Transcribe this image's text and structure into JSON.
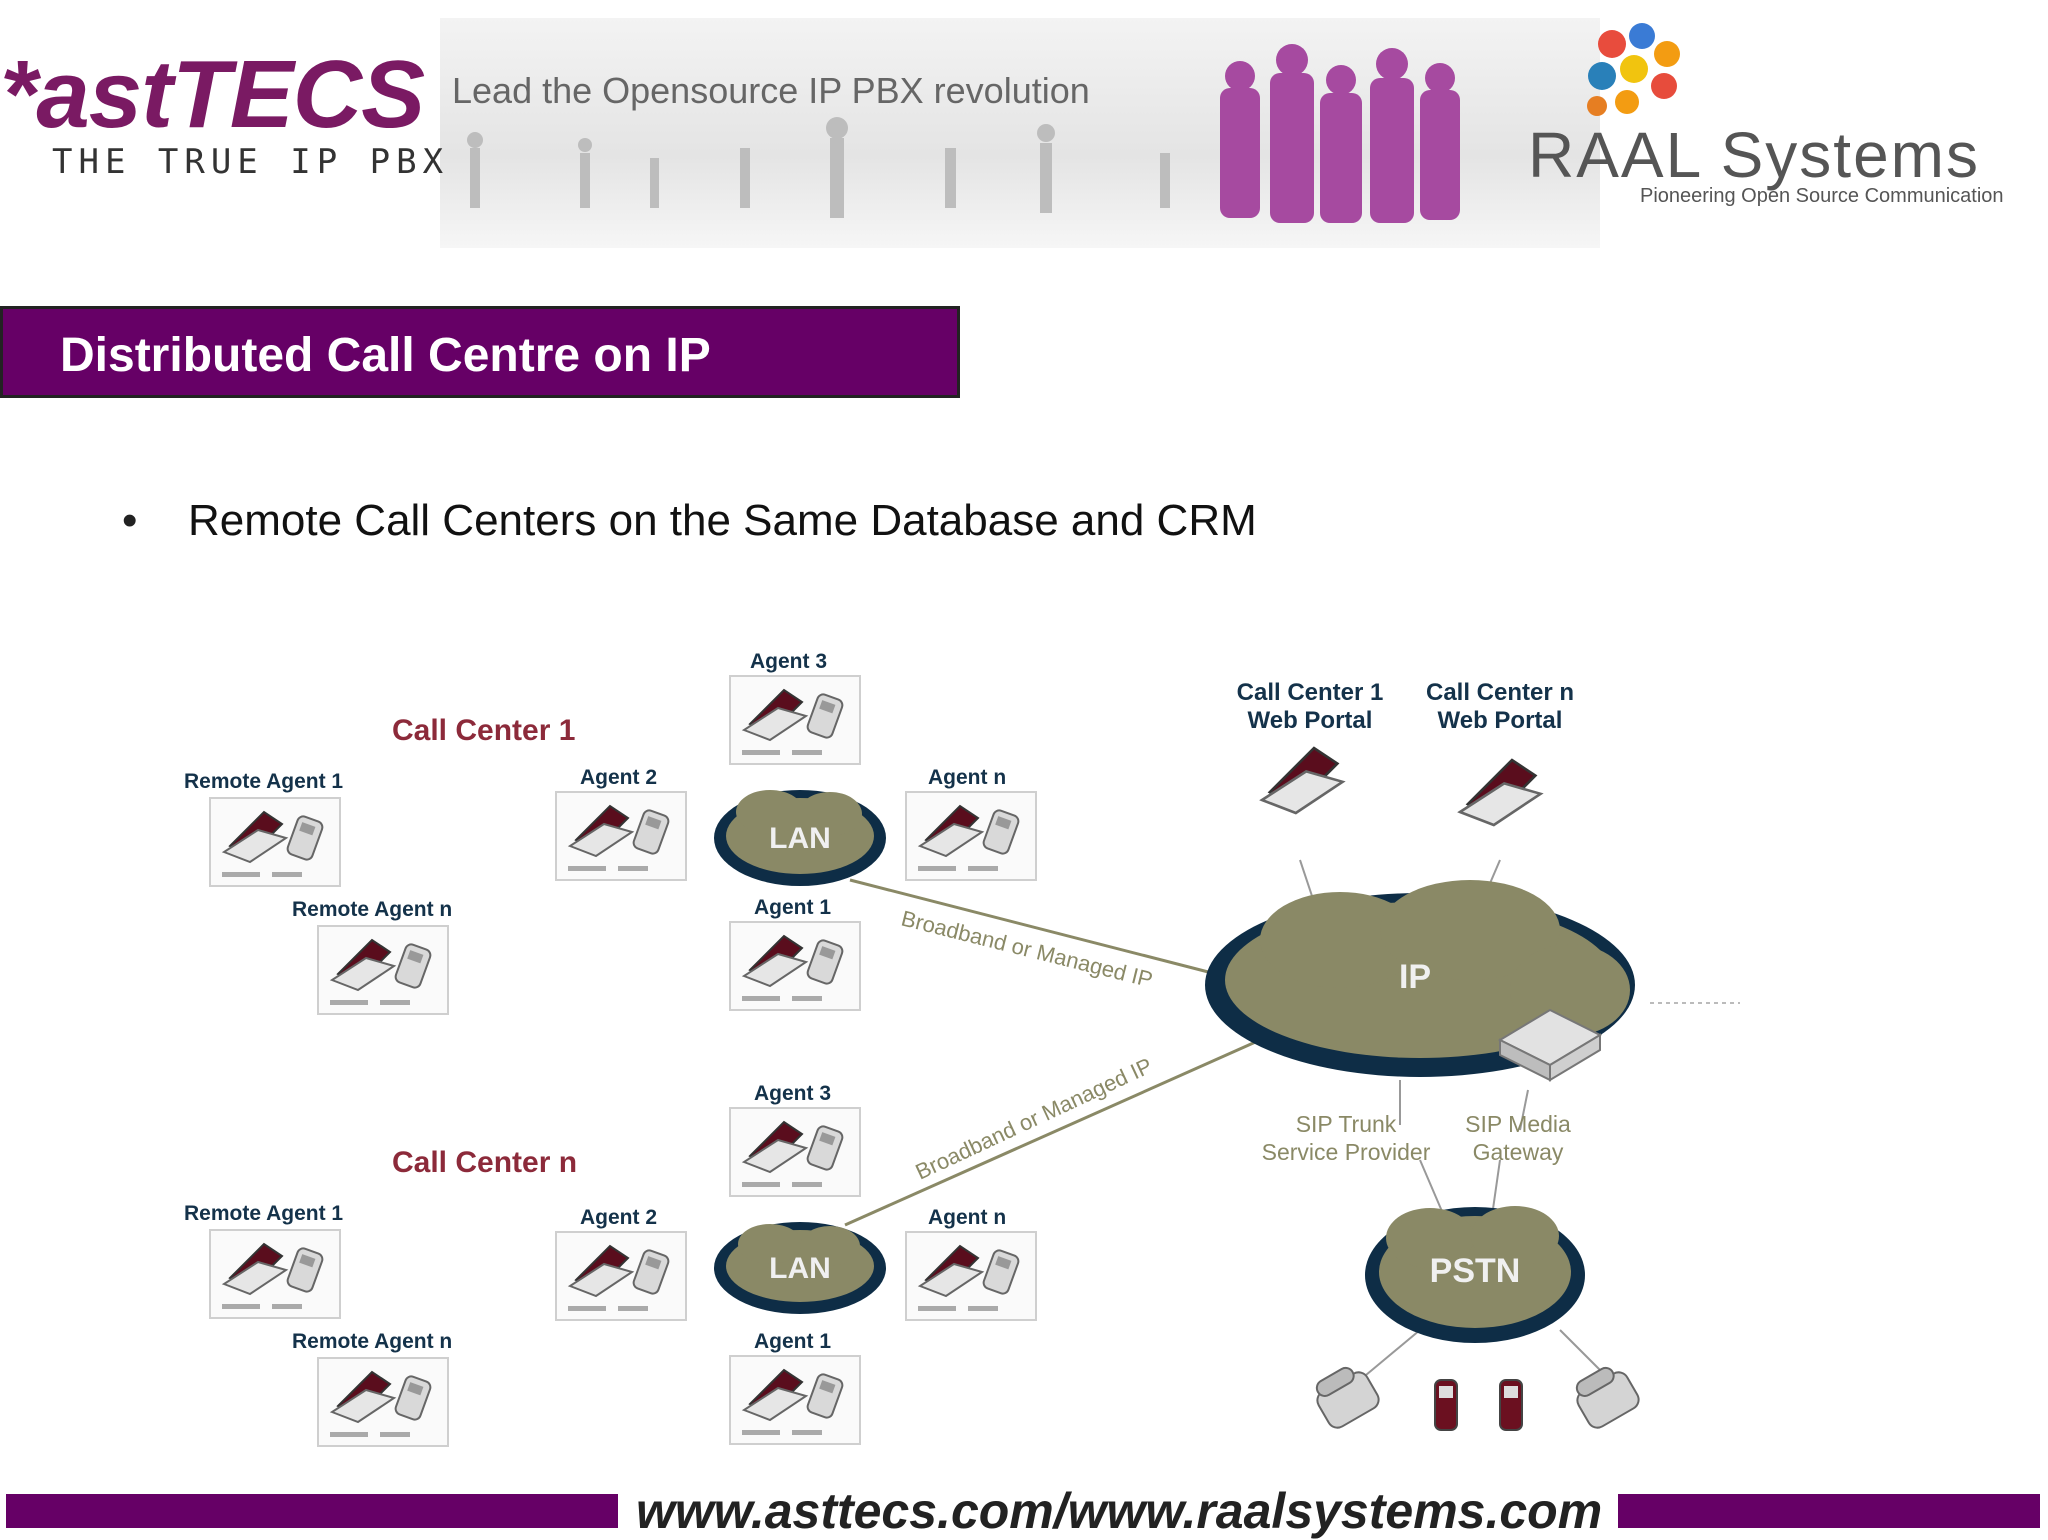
{
  "header": {
    "logo_text": "*astTECS",
    "logo_tagline": "THE TRUE IP PBX",
    "banner_text": "Lead the Opensource IP PBX revolution",
    "partner_name": "RAAL Systems",
    "partner_tagline": "Pioneering Open Source Communication"
  },
  "slide": {
    "title": "Distributed Call Centre on IP",
    "bullet_symbol": "•",
    "bullet_text": "Remote Call Centers on the Same Database and CRM"
  },
  "diagram": {
    "call_center_1": "Call Center 1",
    "call_center_n": "Call Center n",
    "remote_agent_1": "Remote Agent 1",
    "remote_agent_n": "Remote Agent n",
    "agent_1": "Agent 1",
    "agent_2": "Agent 2",
    "agent_3": "Agent 3",
    "agent_n": "Agent n",
    "lan": "LAN",
    "ip": "IP",
    "pstn": "PSTN",
    "link_label": "Broadband or Managed IP",
    "portal_1": [
      "Call Center 1",
      "Web Portal"
    ],
    "portal_n": [
      "Call Center n",
      "Web Portal"
    ],
    "sip_trunk": [
      "SIP Trunk",
      "Service Provider"
    ],
    "sip_gateway": [
      "SIP Media",
      "Gateway"
    ]
  },
  "footer": {
    "url_text": "www.asttecs.com/www.raalsystems.com"
  },
  "colors": {
    "brand_purple": "#660066",
    "cloud_fill": "#8a8966",
    "cloud_edge": "#0e2d46"
  }
}
